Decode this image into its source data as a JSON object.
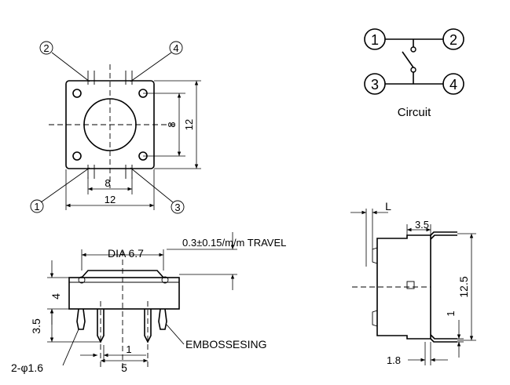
{
  "top_view": {
    "pins": [
      "2",
      "4",
      "1",
      "3"
    ],
    "dim_inner_w": "8",
    "dim_outer_w": "12",
    "dim_inner_h": "8",
    "dim_outer_h": "12"
  },
  "circuit": {
    "pins": [
      "1",
      "2",
      "3",
      "4"
    ],
    "label": "Circuit"
  },
  "front_view": {
    "dia": "DIA 6.7",
    "travel": "0.3±0.15/m/m TRAVEL",
    "height": "4",
    "lead_len": "3.5",
    "hole": "2-φ1.6",
    "pitch_small": "1",
    "pitch": "5",
    "emboss": "EMBOSSESING"
  },
  "side_view": {
    "L": "L",
    "w": "3.5",
    "h": "12.5",
    "lead_th": "1",
    "lead_w": "1.8"
  }
}
